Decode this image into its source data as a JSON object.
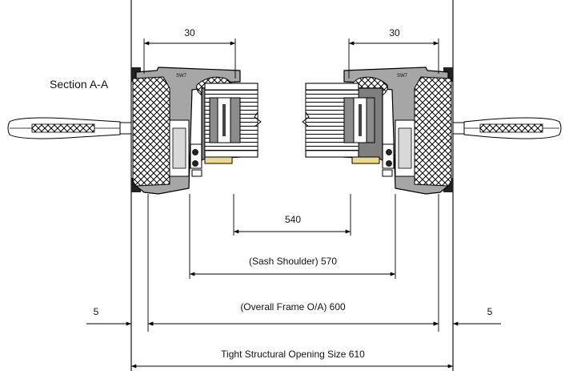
{
  "section_label": "Section A-A",
  "left_sash": {
    "top_dim": "30",
    "profile_mark": "SW7"
  },
  "right_sash": {
    "top_dim": "30",
    "profile_mark": "SW7"
  },
  "dimensions": {
    "glass": "540",
    "sash_shoulder": "(Sash Shoulder) 570",
    "overall_frame": "(Overall Frame O/A) 600",
    "left_gap": "5",
    "right_gap": "5",
    "structural_opening": "Tight Structural Opening Size 610"
  }
}
